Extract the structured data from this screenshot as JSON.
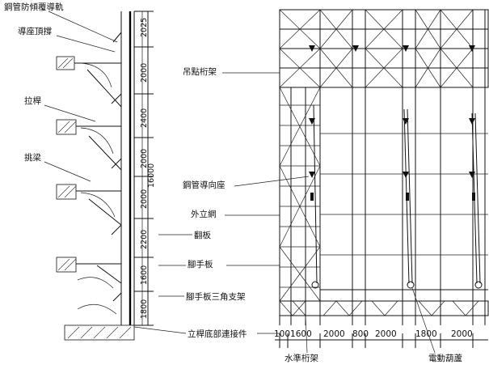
{
  "left_labels": {
    "guide_rail": "鋼管防傾覆導軌",
    "guide_top_brace": "導座頂撐",
    "tie_rod": "拉桿",
    "cantilever": "挑梁"
  },
  "middle_labels": {
    "suspension_truss": "吊點桁架",
    "guide_seat": "鋼管導向座",
    "outer_net": "外立網",
    "flap_board": "翻板",
    "scaffold_board": "腳手板",
    "scaffold_bracket": "腳手板三角支架",
    "pole_connector": "立桿底部連接件"
  },
  "bottom_labels": {
    "horizontal_truss": "水準桁架",
    "electric_hoist": "電動葫蘆"
  },
  "vertical_dimensions": [
    "2025",
    "2000",
    "2400",
    "2000",
    "2000",
    "2200",
    "1600",
    "1800"
  ],
  "total_height": "16000",
  "horizontal_dimensions": [
    "1001600",
    "2000",
    "800",
    "2000",
    "1800",
    "2000"
  ]
}
